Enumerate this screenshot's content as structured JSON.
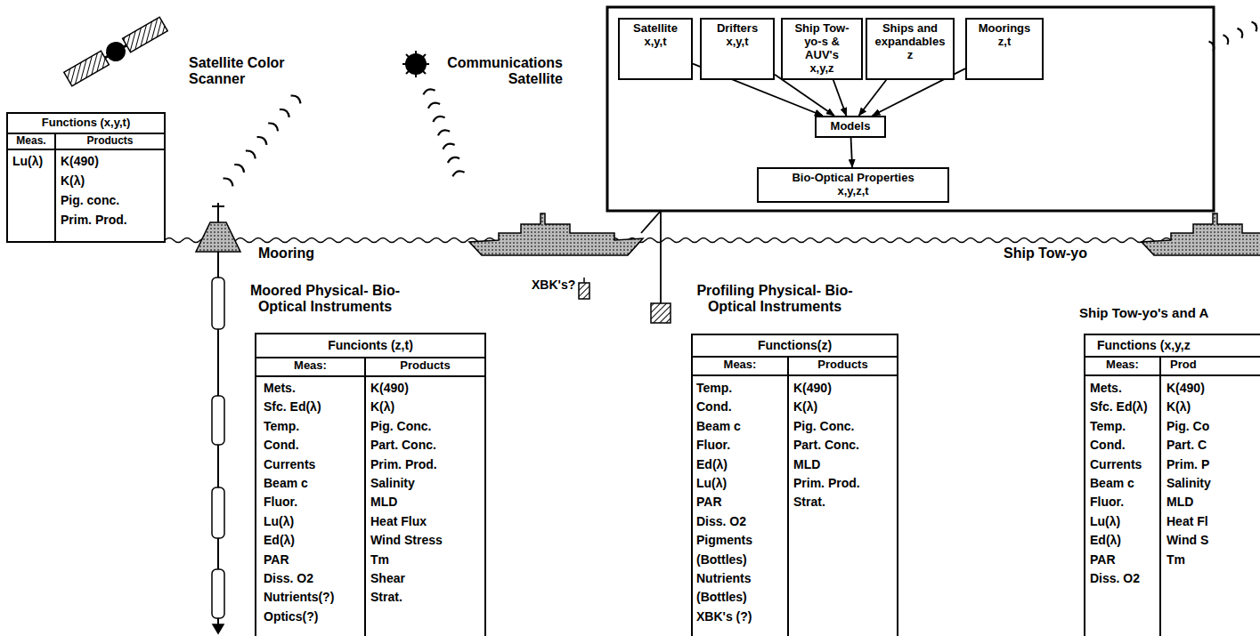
{
  "diagram": {
    "nodes": [
      {
        "text": [
          "Satellite",
          "x,y,t"
        ]
      },
      {
        "text": [
          "Drifters",
          "x,y,t"
        ]
      },
      {
        "text": [
          "Ship Tow-yo-s & AUV's",
          "x,y,z"
        ]
      },
      {
        "text": [
          "Ships and expandables",
          "z"
        ]
      },
      {
        "text": [
          "Moorings",
          "z,t"
        ]
      },
      {
        "text": [
          "Models"
        ]
      },
      {
        "text": [
          "Bio-Optical Properties",
          "x,y,z,t"
        ]
      }
    ],
    "edges": [
      {
        "from": 0,
        "to": 5,
        "arrow": "to"
      },
      {
        "from": 1,
        "to": 5,
        "arrow": "to"
      },
      {
        "from": 2,
        "to": 5,
        "arrow": "to"
      },
      {
        "from": 3,
        "to": 5,
        "arrow": "to"
      },
      {
        "from": 4,
        "to": 5,
        "arrow": "to"
      },
      {
        "from": 5,
        "to": 6,
        "arrow": "to"
      }
    ],
    "labels": [
      "Satellite Color Scanner",
      "Communications Satellite",
      "Functions (x,y,t)",
      "Meas.",
      "Products",
      "Lu(λ)",
      "K(490)",
      "K(λ)",
      "Pig. conc.",
      "Prim. Prod.",
      "Mooring",
      "XBK's?",
      "Ship Tow-yo",
      "Moored Physical- Bio-Optical Instruments",
      "Funcionts (z,t)",
      "Meas:",
      "Products",
      "Mets.",
      "Sfc. Ed(λ)",
      "Temp.",
      "Cond.",
      "Currents",
      "Beam c",
      "Fluor.",
      "Lu(λ)",
      "Ed(λ)",
      "PAR",
      "Diss. O2",
      "Nutrients(?)",
      "Optics(?)",
      "K(490)",
      "K(λ)",
      "Pig. Conc.",
      "Part. Conc.",
      "Prim. Prod.",
      "Salinity",
      "MLD",
      "Heat Flux",
      "Wind Stress",
      "Tm",
      "Shear",
      "Strat.",
      "Profiling Physical- Bio-Optical Instruments",
      "Functions(z)",
      "Meas:",
      "Products",
      "Temp.",
      "Cond.",
      "Beam c",
      "Fluor.",
      "Ed(λ)",
      "Lu(λ)",
      "PAR",
      "Diss. O2",
      "Pigments",
      "(Bottles)",
      "Nutrients",
      "(Bottles)",
      "XBK's (?)",
      "K(490)",
      "K(λ)",
      "Pig. Conc.",
      "Part. Conc.",
      "MLD",
      "Prim. Prod.",
      "Strat.",
      "Ship Tow-yo's and A",
      "Functions (x,y,z",
      "Meas:",
      "Prod",
      "Mets.",
      "Sfc. Ed(λ)",
      "Temp.",
      "Cond.",
      "Currents",
      "Beam c",
      "Fluor.",
      "Lu(λ)",
      "Ed(λ)",
      "PAR",
      "Diss. O2",
      "K(490)",
      "K(λ)",
      "Pig. Co",
      "Part. C",
      "Prim. P",
      "Salinity",
      "MLD",
      "Heat Fl",
      "Wind S",
      "Tm"
    ]
  }
}
